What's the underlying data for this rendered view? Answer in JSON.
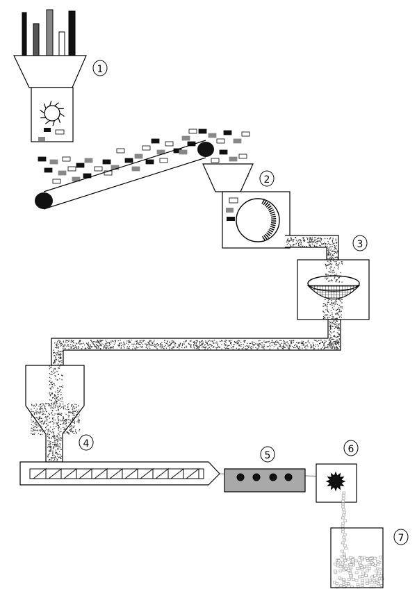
{
  "diagram": {
    "steps": [
      {
        "number": "1",
        "icon": "shredder-icon"
      },
      {
        "number": "2",
        "icon": "grinder-icon"
      },
      {
        "number": "3",
        "icon": "sieve-icon"
      },
      {
        "number": "4",
        "icon": "screw-extruder-icon"
      },
      {
        "number": "5",
        "icon": "heated-die-icon"
      },
      {
        "number": "6",
        "icon": "cutter-icon"
      },
      {
        "number": "7",
        "icon": "collection-bin-icon"
      }
    ],
    "colors": {
      "stroke": "#000000",
      "fill_dark": "#111111",
      "fill_grey": "#888888",
      "die_fill": "#a9a9a9",
      "pellet": "#bbbbbb",
      "powder": "#333333"
    }
  }
}
